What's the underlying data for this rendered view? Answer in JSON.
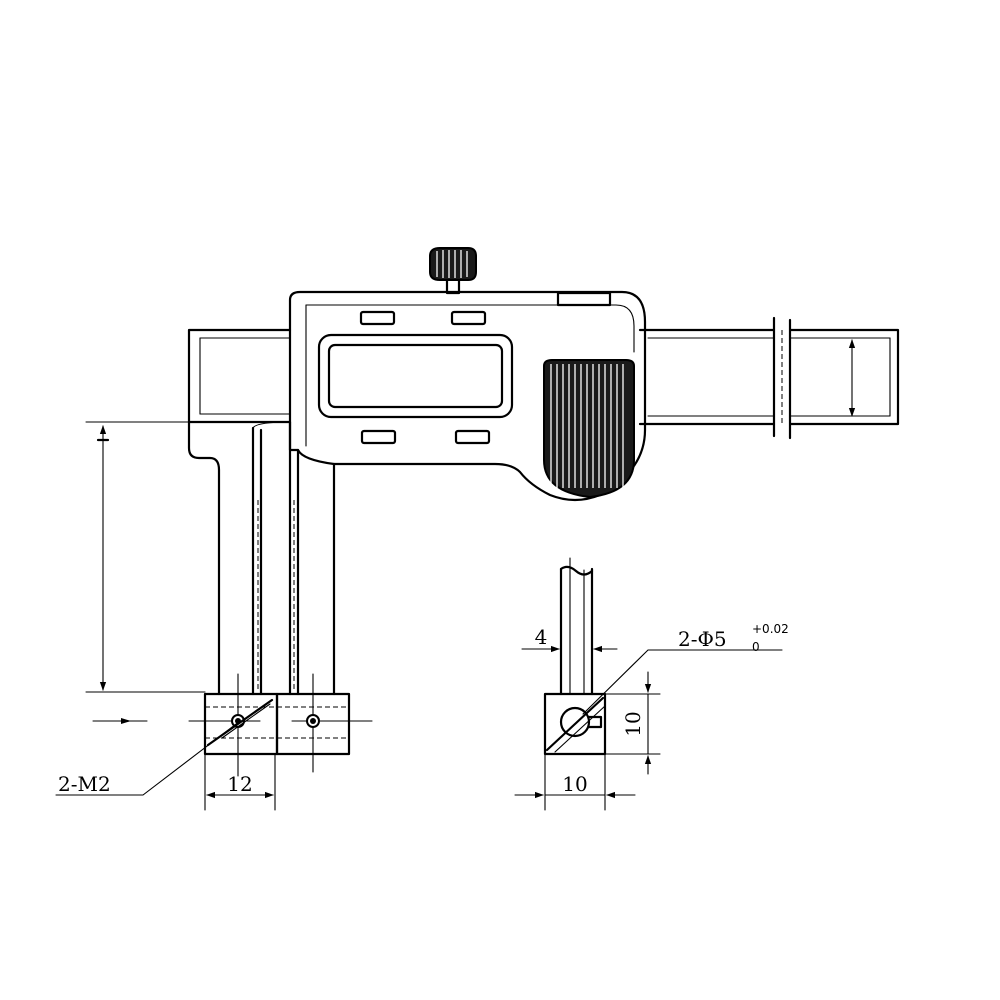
{
  "dimensions": {
    "hole_spec_main": "2-Φ5",
    "hole_tol_upper": "+0.02",
    "hole_tol_lower": "0",
    "thread_spec": "2-M2",
    "front_block_width": "12",
    "side_block_width": "10",
    "side_block_height": "10",
    "slot_width": "4"
  }
}
